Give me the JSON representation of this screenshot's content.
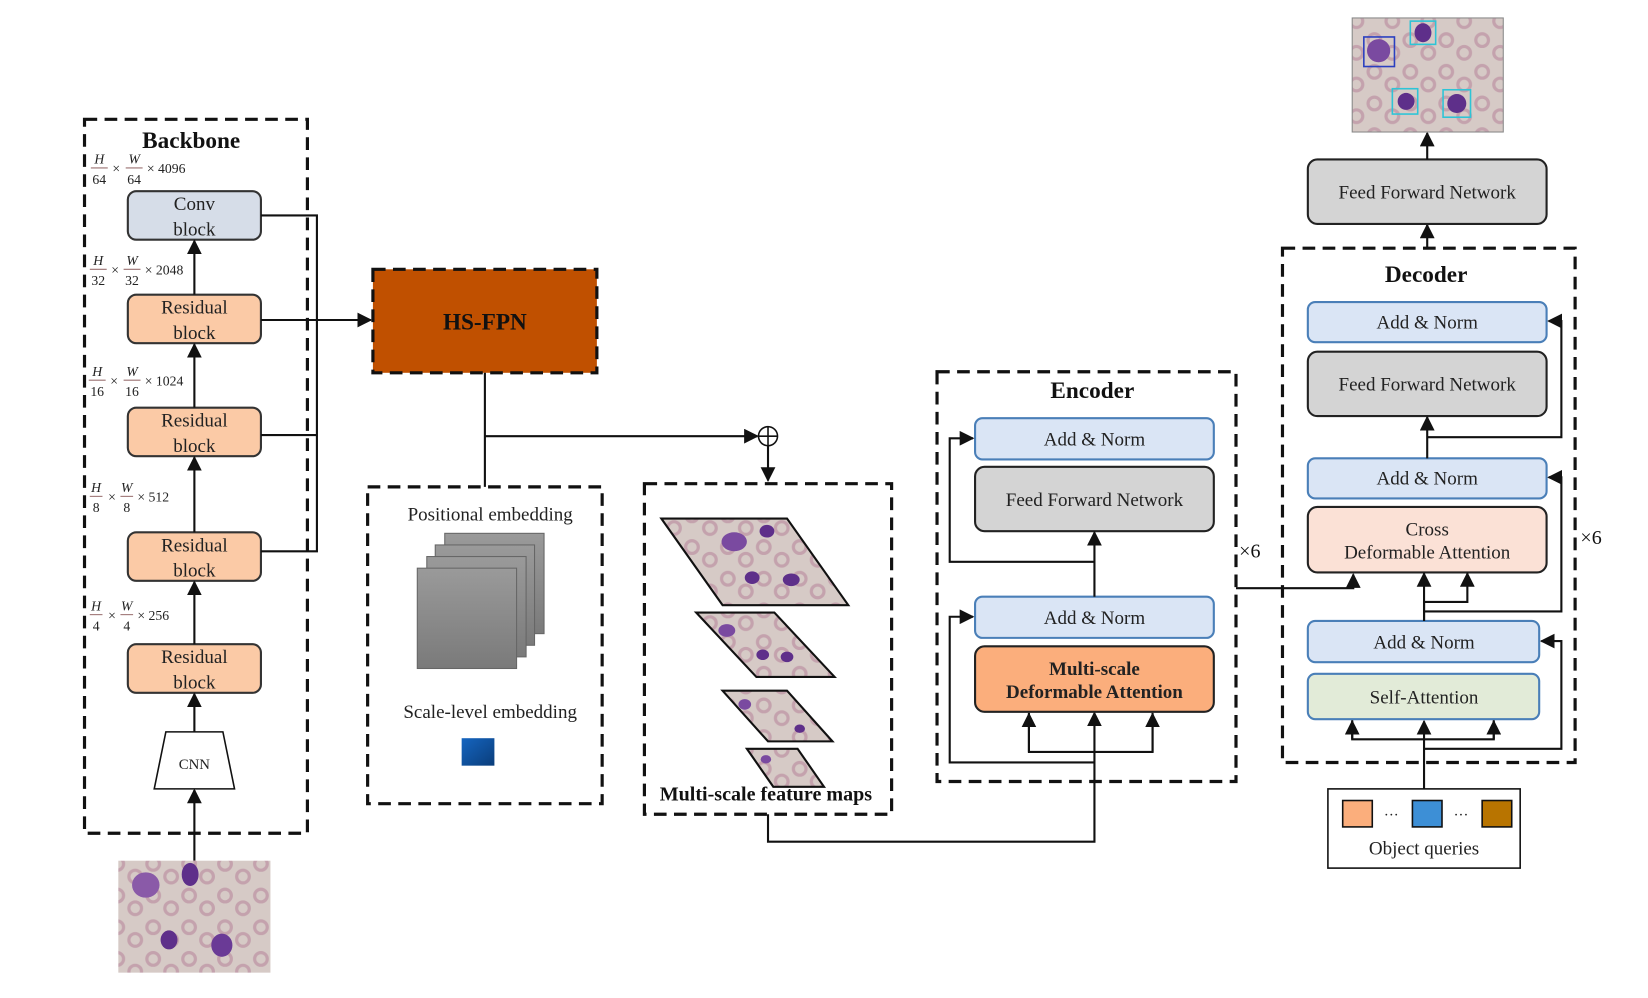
{
  "figure": {
    "backbone": {
      "title": "Backbone",
      "blocks": [
        {
          "line1": "Conv",
          "line2": "block",
          "kind": "conv"
        },
        {
          "line1": "Residual",
          "line2": "block",
          "kind": "residual"
        },
        {
          "line1": "Residual",
          "line2": "block",
          "kind": "residual"
        },
        {
          "line1": "Residual",
          "line2": "block",
          "kind": "residual"
        },
        {
          "line1": "Residual",
          "line2": "block",
          "kind": "residual"
        }
      ],
      "dims": [
        {
          "h": "H",
          "hden": "64",
          "w": "W",
          "wden": "64",
          "ch": "× 4096"
        },
        {
          "h": "H",
          "hden": "32",
          "w": "W",
          "wden": "32",
          "ch": "× 2048"
        },
        {
          "h": "H",
          "hden": "16",
          "w": "W",
          "wden": "16",
          "ch": "× 1024"
        },
        {
          "h": "H",
          "hden": "8",
          "w": "W",
          "wden": "8",
          "ch": "× 512"
        },
        {
          "h": "H",
          "hden": "4",
          "w": "W",
          "wden": "4",
          "ch": "× 256"
        }
      ],
      "times": "×",
      "cnn_label": "CNN"
    },
    "hsfpn": {
      "label": "HS-FPN"
    },
    "embedding": {
      "positional_label": "Positional embedding",
      "scale_label": "Scale-level embedding"
    },
    "feature_maps": {
      "label": "Multi-scale feature maps"
    },
    "encoder": {
      "title": "Encoder",
      "add_norm_top": "Add & Norm",
      "ffn": "Feed Forward Network",
      "add_norm_bottom": "Add & Norm",
      "msda_line1": "Multi-scale",
      "msda_line2": "Deformable Attention",
      "repeat": "×6"
    },
    "decoder": {
      "title": "Decoder",
      "add_norm_1": "Add & Norm",
      "ffn": "Feed Forward Network",
      "add_norm_2": "Add & Norm",
      "cross_line1": "Cross",
      "cross_line2": "Deformable Attention",
      "add_norm_3": "Add & Norm",
      "self_attention": "Self-Attention",
      "repeat": "×6"
    },
    "output_ffn": "Feed Forward Network",
    "object_queries": {
      "label": "Object queries",
      "ellipsis": "···",
      "colors": [
        "#fbae7c",
        "#3d8fd6",
        "#b87400"
      ]
    },
    "colors": {
      "hsfpn": "#c05000",
      "residual": "#fbcaa6",
      "conv": "#d6dde8",
      "add_norm": "#dae5f5",
      "ffn": "#d4d4d4",
      "msda": "#fbae7c",
      "cross": "#fbe1d6",
      "self_attention": "#e2ebd8",
      "scale_embedding": "#0d56a6"
    }
  }
}
